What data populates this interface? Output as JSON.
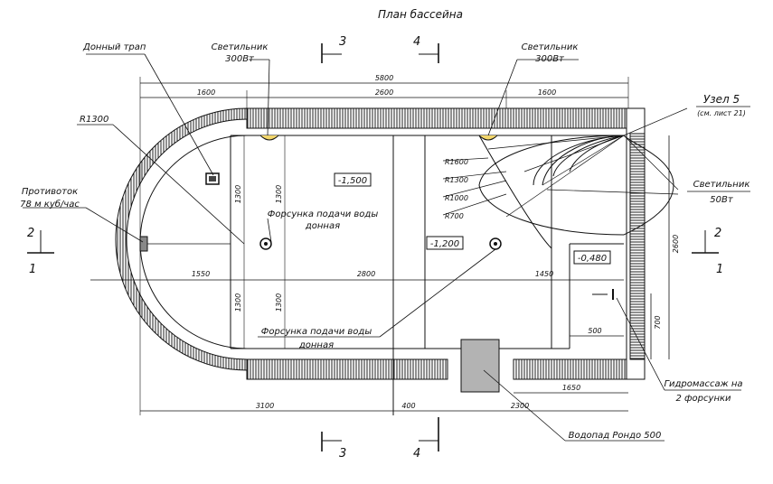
{
  "title": "План бассейна",
  "labels": {
    "floor_drain": "Донный трап",
    "lamp_left": "Светильник",
    "lamp_left_power": "300Вт",
    "lamp_right": "Светильник",
    "lamp_right_power": "300Вт",
    "lamp_small": "Светильник",
    "lamp_small_power": "50Вт",
    "node": "Узел 5",
    "node_ref": "(см. лист 21)",
    "counterflow": "Противоток",
    "counterflow_rate": "78 м куб/час",
    "nozzle_top_1": "Форсунка подачи воды",
    "nozzle_top_2": "донная",
    "nozzle_bottom_1": "Форсунка подачи воды",
    "nozzle_bottom_2": "донная",
    "hydromassage_1": "Гидромассаж на",
    "hydromassage_2": "2 форсунки",
    "waterfall": "Водопад Рондо 500",
    "radius_main": "R1300"
  },
  "radii": [
    "R1600",
    "R1300",
    "R1000",
    "R700"
  ],
  "depths": {
    "d1": "-1,500",
    "d2": "-1,200",
    "d3": "-0,480"
  },
  "sections": {
    "s3_top": "3",
    "s4_top": "4",
    "s3_bottom": "3",
    "s4_bottom": "4",
    "s2_left": "2",
    "s1_left": "1",
    "s2_right": "2",
    "s1_right": "1"
  },
  "dimensions": {
    "total": "5800",
    "top_left": "1600",
    "top_mid": "2600",
    "top_right": "1600",
    "mid_left": "1550",
    "mid_center": "2800",
    "mid_right": "1450",
    "v_upper": "1300",
    "v_upper_b": "1300",
    "v_lower": "1300",
    "v_lower_b": "1300",
    "right_height": "2600",
    "right_small": "700",
    "step": "500",
    "bottom_right": "1650",
    "bottom_left": "3100",
    "bottom_mid": "400",
    "bottom_end": "2300"
  }
}
